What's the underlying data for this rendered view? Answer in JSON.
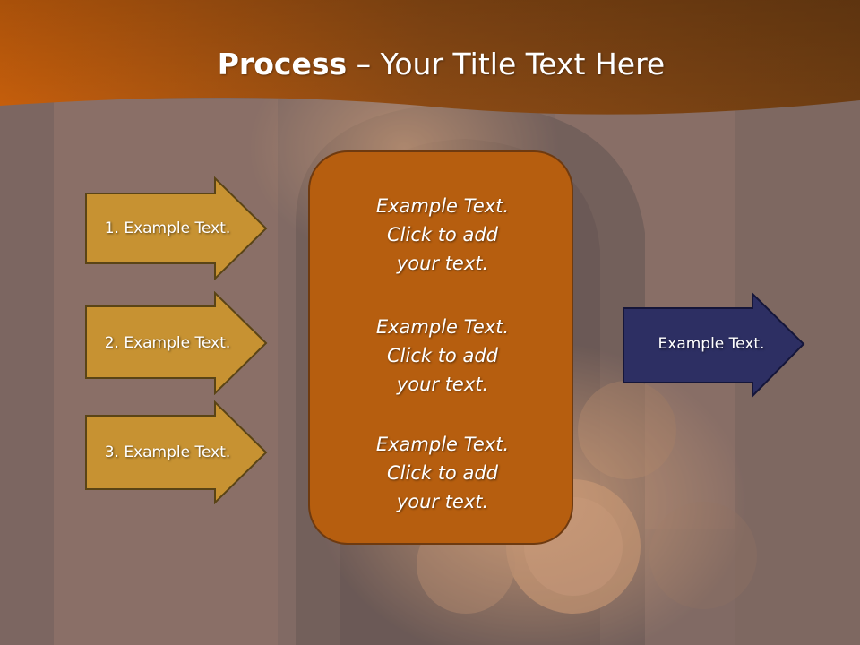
{
  "slide": {
    "title_bold": "Process",
    "title_rest": " – Your Title Text Here"
  },
  "left_arrows": [
    {
      "label": "1. Example Text."
    },
    {
      "label": "2. Example Text."
    },
    {
      "label": "3. Example Text."
    }
  ],
  "center_box": {
    "blocks": [
      {
        "line1": "Example Text.",
        "line2": "Click  to add",
        "line3": "your text."
      },
      {
        "line1": "Example Text.",
        "line2": "Click  to add",
        "line3": "your text."
      },
      {
        "line1": "Example Text.",
        "line2": "Click  to add",
        "line3": "your text."
      }
    ]
  },
  "right_arrow": {
    "label": "Example Text."
  },
  "colors": {
    "header_band": "#b85d12",
    "left_arrow_fill": "#c79232",
    "center_box_fill": "#b65e0f",
    "right_arrow_fill": "#2d2f63"
  }
}
